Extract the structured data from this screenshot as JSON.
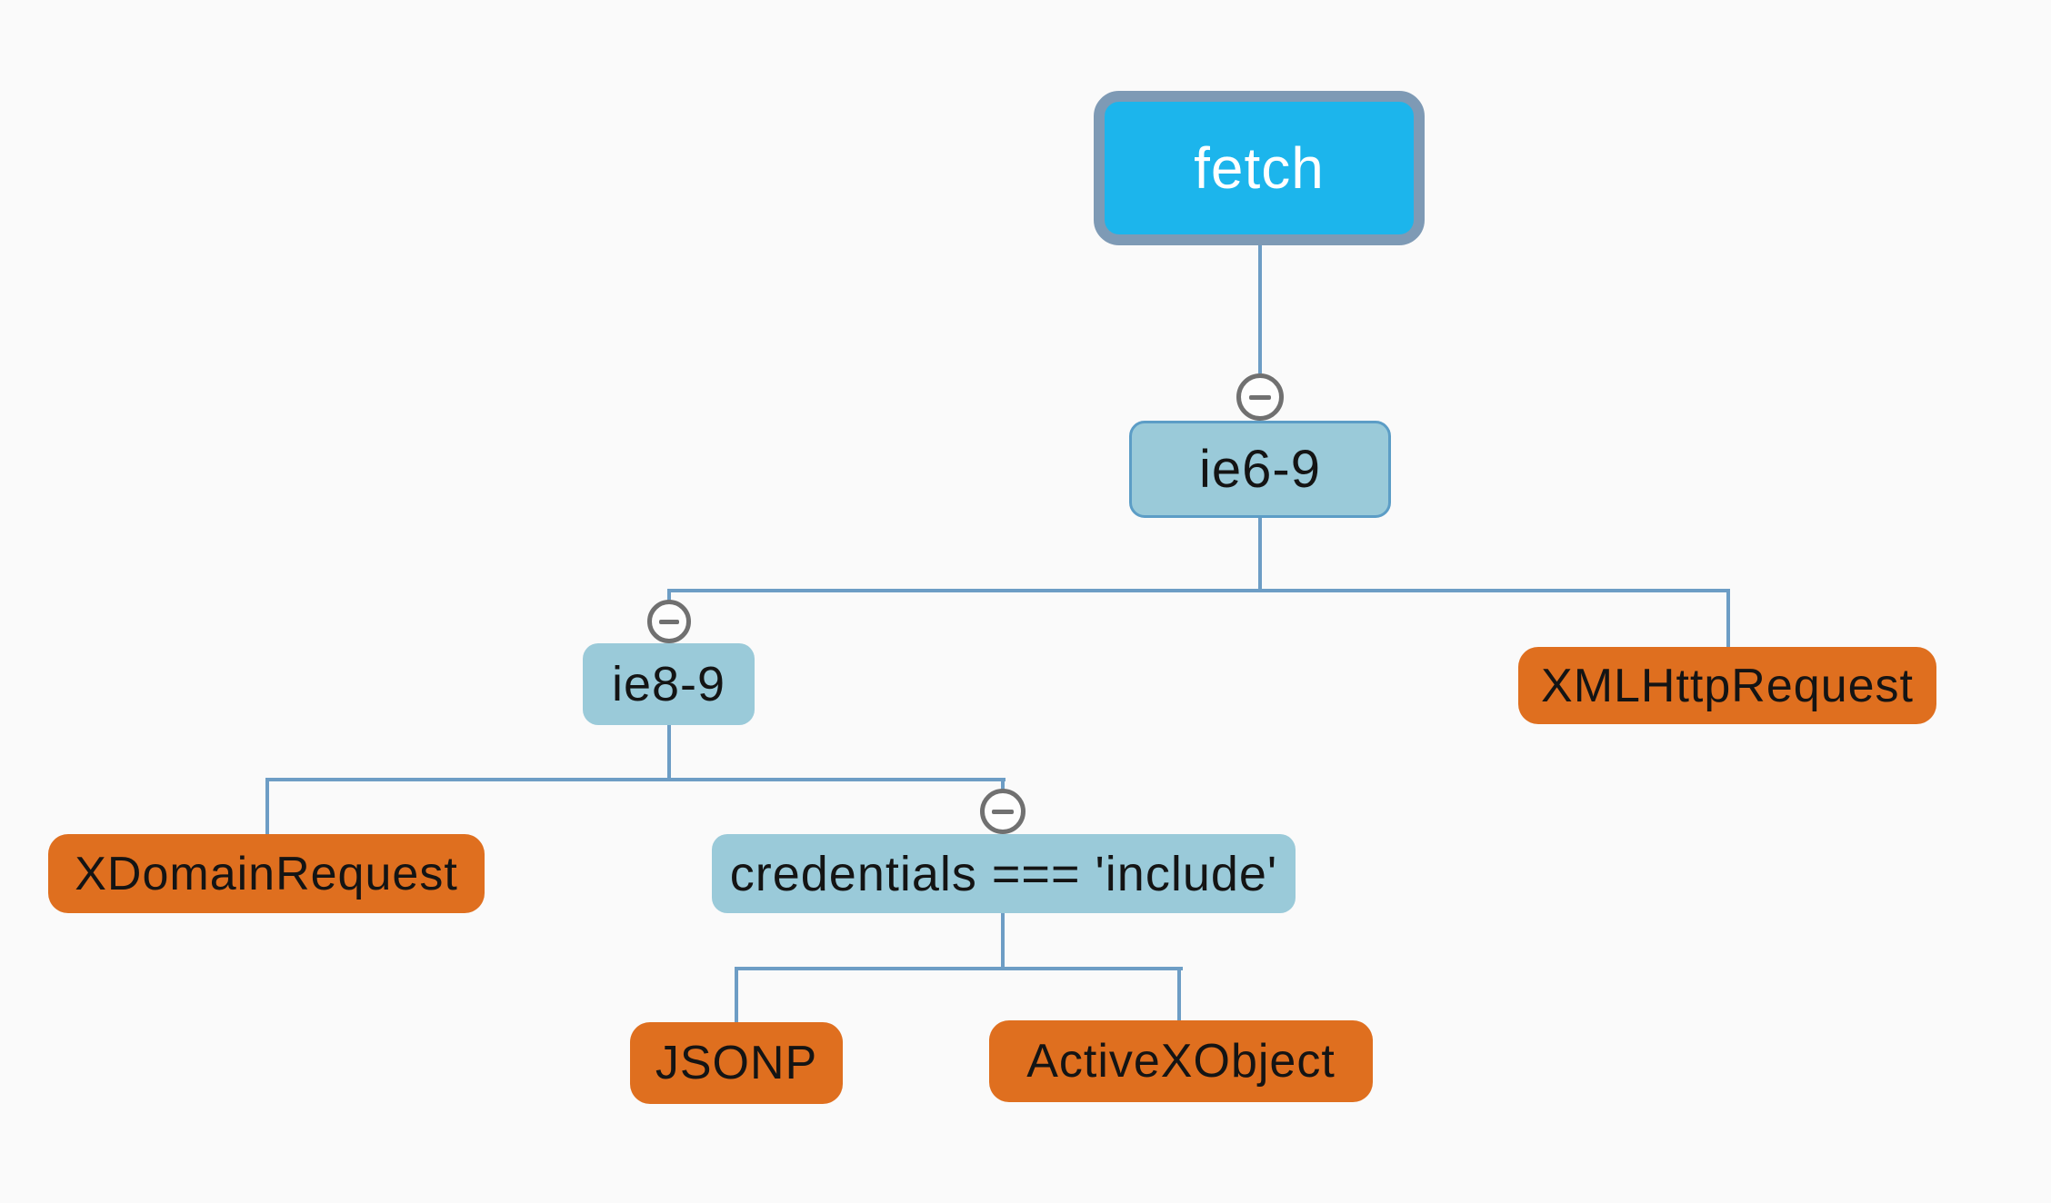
{
  "app": {
    "view": "mind-map-tree"
  },
  "colors": {
    "background": "#fafafa",
    "connector": "#6d9dc5",
    "root-fill": "#1cb5ec",
    "root-ring": "#7e9ab5",
    "root-text": "#ffffff",
    "branch-fill": "#9acad9",
    "branch-border": "#5c9dc6",
    "leaf-fill": "#df6f1f",
    "node-text": "#141414",
    "collapse-ring": "#707070",
    "collapse-fill": "#fdfdfd"
  },
  "nodes": {
    "fetch": {
      "label": "fetch"
    },
    "ie69": {
      "label": "ie6-9"
    },
    "ie89": {
      "label": "ie8-9"
    },
    "xmlhttprequest": {
      "label": "XMLHttpRequest"
    },
    "xdomainrequest": {
      "label": "XDomainRequest"
    },
    "credentials": {
      "label": "credentials === 'include'"
    },
    "jsonp": {
      "label": "JSONP"
    },
    "activexobject": {
      "label": "ActiveXObject"
    }
  },
  "hierarchy": {
    "fetch": [
      "ie6-9"
    ],
    "ie6-9": [
      "ie8-9",
      "XMLHttpRequest"
    ],
    "ie8-9": [
      "XDomainRequest",
      "credentials === 'include'"
    ],
    "credentials === 'include'": [
      "JSONP",
      "ActiveXObject"
    ]
  },
  "icons": {
    "collapse": "minus-in-circle"
  }
}
